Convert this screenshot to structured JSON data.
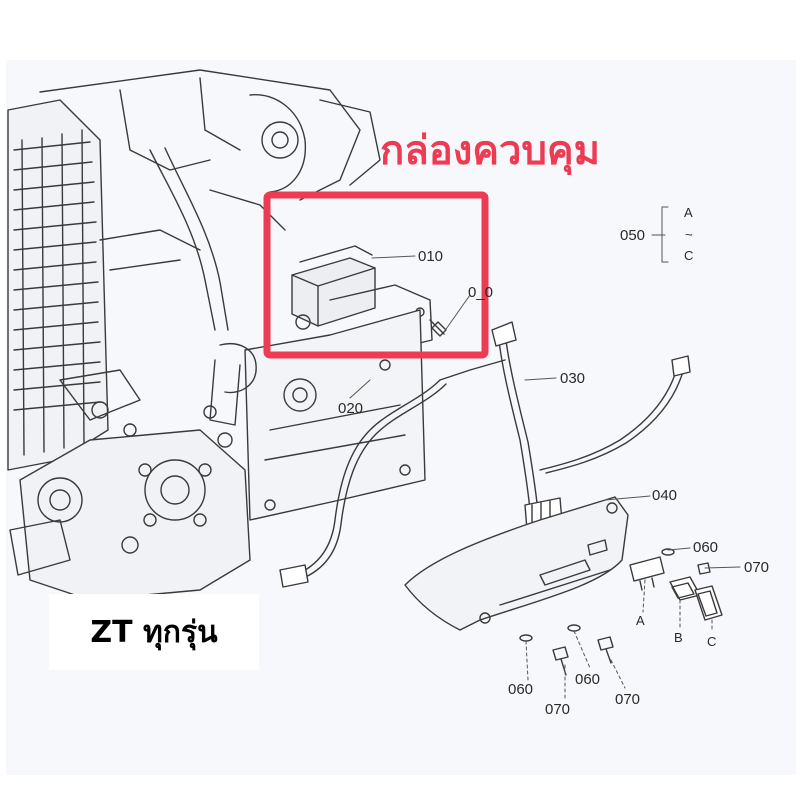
{
  "title": "กล่องควบคุม",
  "model_label": "ZT ทุกรุ่น",
  "highlight_color": "#ee3b54",
  "callouts": {
    "c010": "010",
    "c020": "020",
    "c030": "030",
    "c040": "040",
    "c050": "050",
    "c060a": "060",
    "c070a": "070",
    "c060b": "060",
    "c070b": "070",
    "c060c": "060",
    "c070c": "070",
    "c0x0": "0_0",
    "opt_a": "A",
    "opt_tilde": "~",
    "opt_c": "C",
    "sw_a": "A",
    "sw_b": "B",
    "sw_c": "C"
  }
}
